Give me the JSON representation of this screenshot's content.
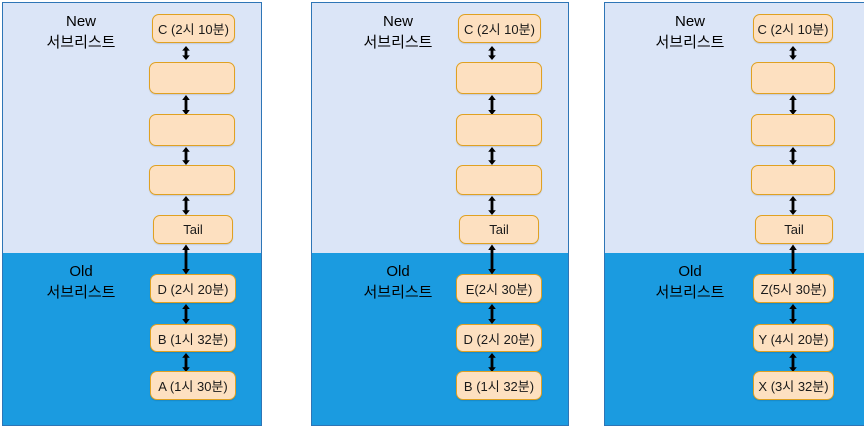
{
  "diagram": {
    "colors": {
      "zone_new_bg": "#dbe5f7",
      "zone_old_bg": "#1b9be0",
      "node_fill": "#fde0c0",
      "node_border": "#e0a122",
      "panel_border": "#2e75b6",
      "arrow": "#000000"
    },
    "zone_titles": {
      "new_line1": "New",
      "new_line2": "서브리스트",
      "old_line1": "Old",
      "old_line2": "서브리스트"
    },
    "panels": [
      {
        "id": "panel-1",
        "new_nodes": [
          {
            "label": "C (2시 10분)"
          },
          {
            "label": ""
          },
          {
            "label": ""
          },
          {
            "label": ""
          },
          {
            "label": "Tail"
          }
        ],
        "old_nodes": [
          {
            "label": "D (2시 20분)"
          },
          {
            "label": "B (1시 32분)"
          },
          {
            "label": "A (1시 30분)"
          }
        ]
      },
      {
        "id": "panel-2",
        "new_nodes": [
          {
            "label": "C (2시 10분)"
          },
          {
            "label": ""
          },
          {
            "label": ""
          },
          {
            "label": ""
          },
          {
            "label": "Tail"
          }
        ],
        "old_nodes": [
          {
            "label": "E(2시 30분)"
          },
          {
            "label": "D (2시 20분)"
          },
          {
            "label": "B (1시 32분)"
          }
        ]
      },
      {
        "id": "panel-3",
        "new_nodes": [
          {
            "label": "C (2시 10분)"
          },
          {
            "label": ""
          },
          {
            "label": ""
          },
          {
            "label": ""
          },
          {
            "label": "Tail"
          }
        ],
        "old_nodes": [
          {
            "label": "Z(5시 30분)"
          },
          {
            "label": "Y (4시 20분)"
          },
          {
            "label": "X (3시 32분)"
          }
        ]
      }
    ]
  }
}
